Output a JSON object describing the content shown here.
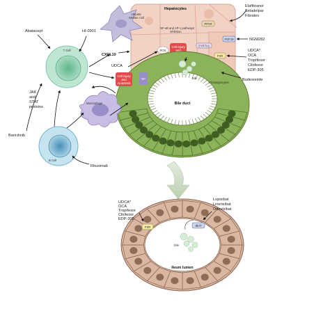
{
  "drugs": {
    "abatacept": "Abatacept",
    "hi0901": "HI-0901",
    "jak_stat": [
      "JAK",
      "and",
      "STAT",
      "proteins"
    ],
    "baricitinib": "Baricitinib",
    "rituximab": "Rituximab",
    "elafibranor_group": [
      "Elafibranor",
      "Seladelpar",
      "Fibrates"
    ],
    "ngm282": "NGM282",
    "udca_group": [
      "UDCA*",
      "OCA",
      "Tropifexor",
      "Cilofexor",
      "EDP-305"
    ],
    "budesonide": "Budesonide",
    "udca": "UDCA",
    "intestine_udca_group": [
      "UDCA*",
      "OCA",
      "Tropifexor",
      "Cilofexor",
      "EDP-305"
    ],
    "ibat_group": [
      "Lopixibat",
      "Linerixibat",
      "Odevixibat"
    ]
  },
  "cells": {
    "t_cell": "T Cell",
    "b_cell": "B Cell",
    "macrophage": "Macrophage",
    "hepatic_stellate": [
      "Hepatic",
      "Stellate Cell"
    ],
    "hepatocytes": "Hepatocytes",
    "cholangiocytes": "Cholangiocytes"
  },
  "labels": {
    "cxcl10": "CXCL10",
    "nfkb": [
      "NF-κB and AP-1 pathways",
      "inhibition"
    ],
    "ppar": "PPAR",
    "fgf19": "FGF19",
    "cyp7a1": "CYP7A1",
    "fxr": "FXR",
    "ros": "ROS",
    "cell_injury_1": [
      "Cell injury",
      "and",
      "necrosis"
    ],
    "cell_injury_2": [
      "Cell injury",
      "and",
      "Apoptosis"
    ],
    "tgfb": "TGFβ",
    "bile": "Bile",
    "bile_duct": "Bile duct",
    "pxr": "PXR",
    "nf": "NF",
    "fxr_int": "FXR",
    "ibat": "IBAT",
    "bile_int": "Bile",
    "ileum_lumen": "Ileum lumen"
  },
  "colors": {
    "t_cell": "#7fc9a8",
    "b_cell": "#6fb3cf",
    "macrophage": "#b7a9d8",
    "stellate": "#c2bedc",
    "hepatocyte": "#f2d2c4",
    "cholangiocyte": "#8cb25a",
    "enterocyte": "#d9b7a2",
    "bile": "#d7ecd7",
    "injury": "#e24b4b"
  }
}
